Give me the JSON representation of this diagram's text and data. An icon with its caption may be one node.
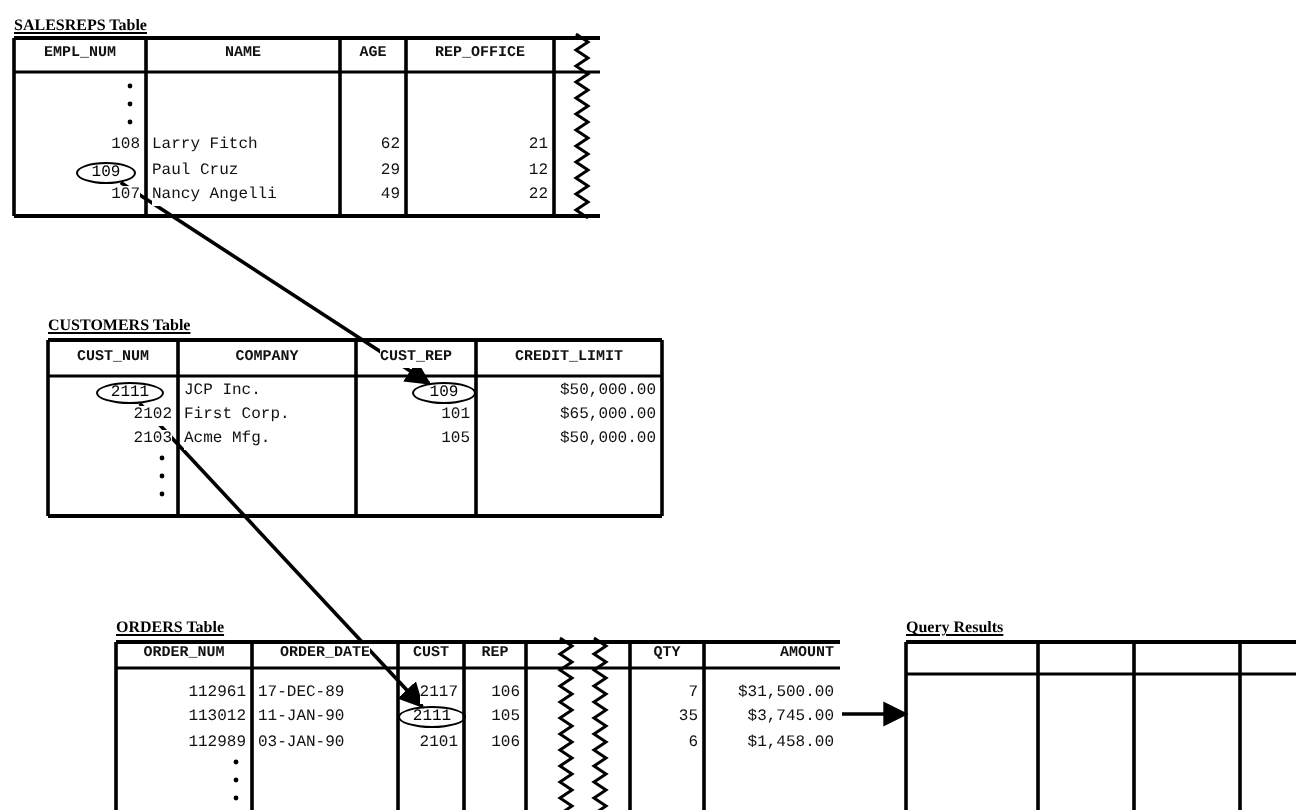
{
  "diagram": {
    "nodes": [
      {
        "text": [
          "SALESREPS Table",
          "EMPL_NUM",
          "NAME",
          "AGE",
          "REP_OFFICE",
          "108",
          "Larry Fitch",
          "62",
          "21",
          "Paul Cruz",
          "29",
          "12",
          "107",
          "Nancy Angelli",
          "49",
          "22"
        ]
      },
      {
        "text": [
          "109"
        ],
        "in": 0
      },
      {
        "text": [
          "CUSTOMERS Table",
          "CUST_NUM",
          "COMPANY",
          "CUST_REP",
          "CREDIT_LIMIT",
          "JCP Inc.",
          "$50,000.00",
          "2102",
          "First Corp.",
          "101",
          "$65,000.00",
          "2103",
          "Acme Mfg.",
          "105",
          "$50,000.00"
        ]
      },
      {
        "text": [
          "2111"
        ],
        "in": 2
      },
      {
        "text": [
          "109"
        ],
        "in": 2
      },
      {
        "text": [
          "ORDERS Table",
          "ORDER_NUM",
          "ORDER_DATE",
          "CUST",
          "REP",
          "QTY",
          "AMOUNT",
          "112961",
          "17-DEC-89",
          "2117",
          "106",
          "7",
          "$31,500.00",
          "113012",
          "11-JAN-90",
          "105",
          "35",
          "$3,745.00",
          "112989",
          "03-JAN-90",
          "2101",
          "106",
          "6",
          "$1,458.00"
        ]
      },
      {
        "text": [
          "2111"
        ],
        "in": 5
      },
      {
        "text": [
          "Query Results"
        ]
      }
    ],
    "edges": [
      {
        "from": 1,
        "to": 4,
        "arrow": "to"
      },
      {
        "from": 3,
        "to": 6,
        "arrow": "to"
      },
      {
        "from": 5,
        "to": 7,
        "arrow": "to"
      }
    ]
  }
}
